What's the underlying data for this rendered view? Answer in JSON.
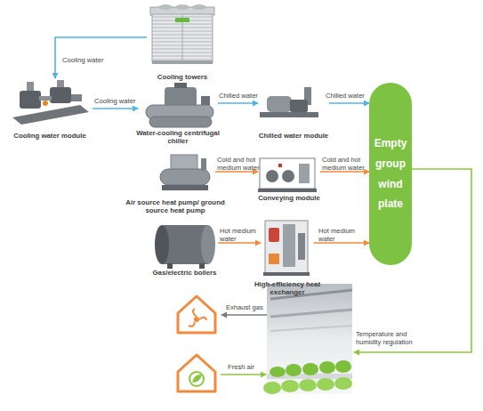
{
  "diagram": {
    "nodes": [
      {
        "text": [
          "Cooling towers"
        ]
      },
      {
        "text": [
          "Cooling water module"
        ]
      },
      {
        "text": [
          "Water-cooling centrifugal chiller"
        ]
      },
      {
        "text": [
          "Chilled water module"
        ]
      },
      {
        "text": [
          "Empty group wind plate"
        ]
      },
      {
        "text": [
          "Air source heat pump/ ground source heat pump"
        ]
      },
      {
        "text": [
          "Conveying module"
        ]
      },
      {
        "text": [
          "Gas/electric boilers"
        ]
      },
      {
        "text": [
          "High-efficiency heat exchanger"
        ]
      }
    ],
    "edges": [
      {
        "from": 0,
        "to": 1,
        "label": "Cooling water",
        "arrow": "to"
      },
      {
        "from": 1,
        "to": 2,
        "label": "Cooling water",
        "arrow": "to"
      },
      {
        "from": 2,
        "to": 3,
        "label": "Chilled water",
        "arrow": "to"
      },
      {
        "from": 3,
        "to": 4,
        "label": "Chilled water",
        "arrow": "to"
      },
      {
        "from": 5,
        "to": 6,
        "label": "Cold and hot medium water",
        "arrow": "to"
      },
      {
        "from": 6,
        "to": 4,
        "label": "Cold and hot medium water",
        "arrow": "to"
      },
      {
        "from": 7,
        "to": 8,
        "label": "Hot medium water",
        "arrow": "to"
      },
      {
        "from": 8,
        "to": 4,
        "label": "Hot medium water",
        "arrow": "to"
      }
    ],
    "labels": [
      "Exhaust gas",
      "Temperature and humidity regulation",
      "Fresh air"
    ]
  }
}
